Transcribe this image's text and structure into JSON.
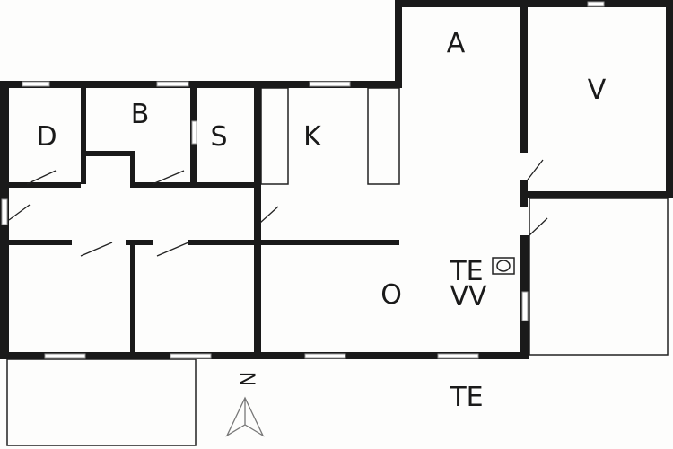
{
  "rooms": {
    "a": "A",
    "v": "V",
    "b": "B",
    "d": "D",
    "s": "S",
    "k": "K",
    "o": "O",
    "te_inner": "TE",
    "vv": "VV",
    "te_outer": "TE"
  },
  "compass": {
    "north_label": "N",
    "icon": "north-arrow-icon"
  }
}
